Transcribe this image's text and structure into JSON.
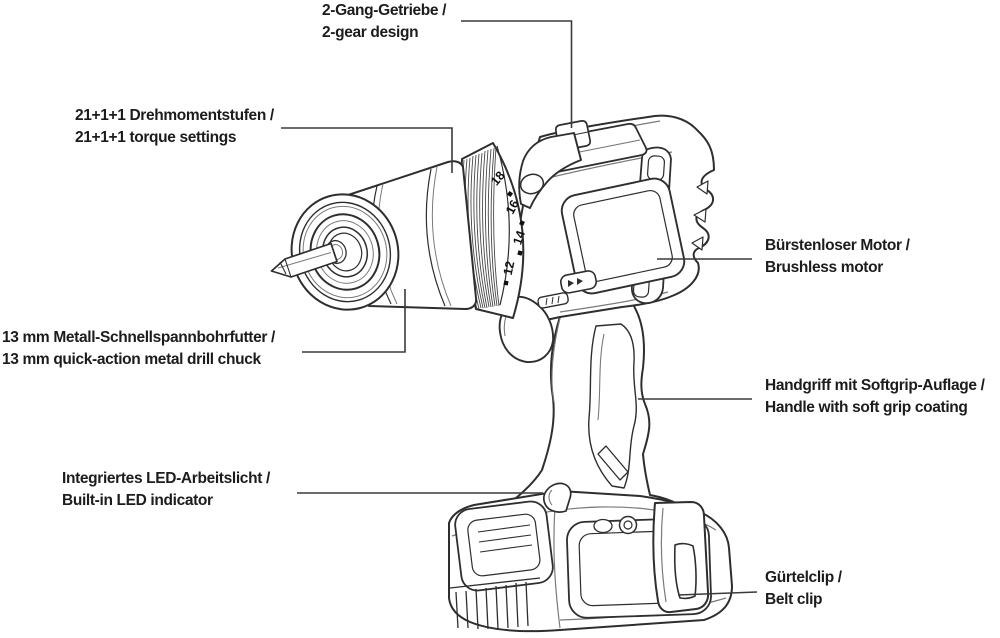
{
  "diagram": {
    "type": "product-feature-callout",
    "subject": "cordless drill driver",
    "labels": [
      {
        "id": "gearbox",
        "de": "2-Gang-Getriebe /",
        "en": "2-gear design"
      },
      {
        "id": "torque",
        "de": "21+1+1 Drehmomentstufen /",
        "en": "21+1+1 torque settings"
      },
      {
        "id": "chuck",
        "de": "13 mm Metall-Schnellspannbohrfutter /",
        "en": "13 mm quick-action metal drill chuck"
      },
      {
        "id": "led",
        "de": "Integriertes LED-Arbeitslicht /",
        "en": "Built-in LED indicator"
      },
      {
        "id": "motor",
        "de": "Bürstenloser Motor /",
        "en": "Brushless motor"
      },
      {
        "id": "grip",
        "de": "Handgriff mit Softgrip-Auflage /",
        "en": "Handle with soft grip coating"
      },
      {
        "id": "beltclip",
        "de": "Gürtelclip /",
        "en": "Belt clip"
      }
    ],
    "torque_ring": {
      "numbers": [
        "12",
        "14",
        "16",
        "18"
      ]
    },
    "colors": {
      "background": "#ffffff",
      "outline": "#2e2e2e",
      "inner_line": "#7a7a7a",
      "leader_line": "#3a3a3a",
      "text": "#1c1c1c"
    }
  }
}
